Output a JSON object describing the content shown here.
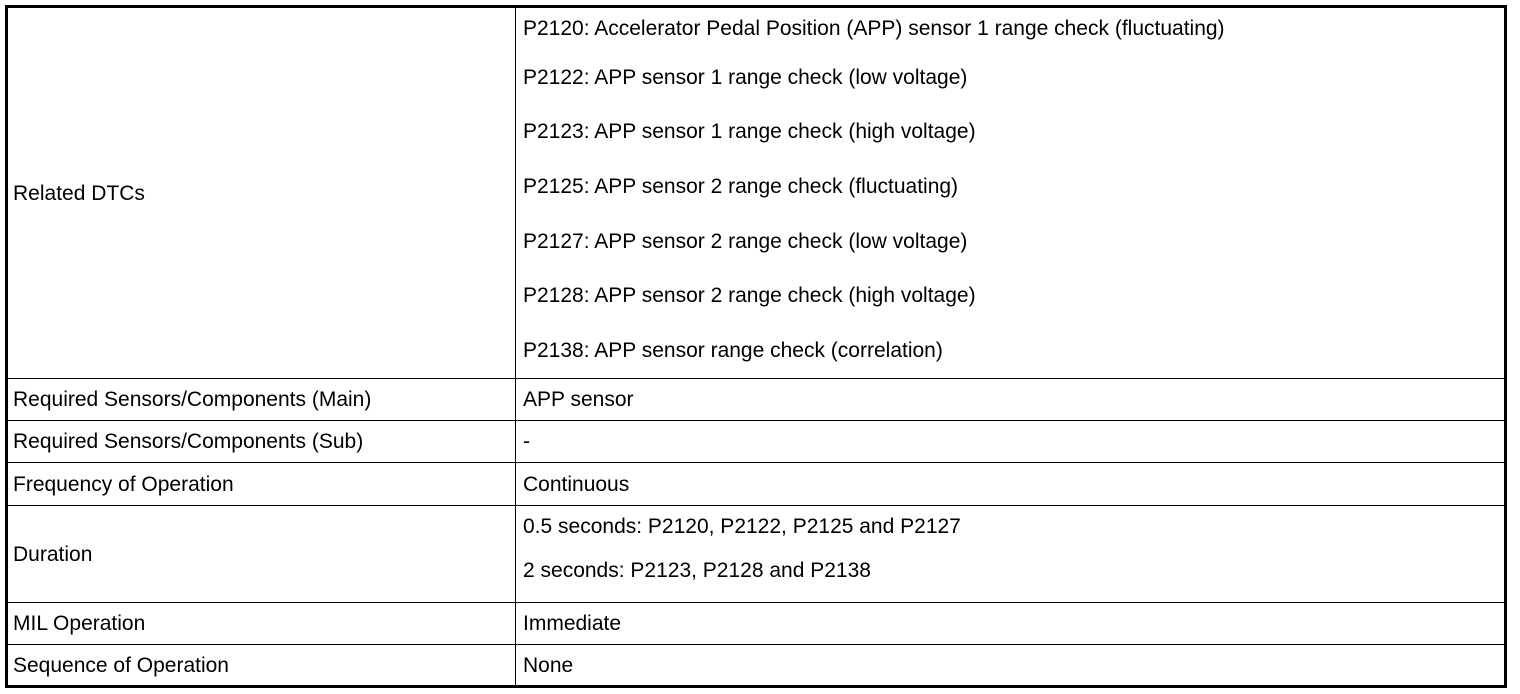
{
  "rows": [
    {
      "label": "Related DTCs",
      "values": [
        "P2120: Accelerator Pedal Position (APP) sensor 1 range check (fluctuating)",
        "P2122: APP sensor 1 range check (low voltage)",
        "P2123: APP sensor 1 range check (high voltage)",
        "P2125: APP sensor 2 range check (fluctuating)",
        "P2127: APP sensor 2 range check (low voltage)",
        "P2128: APP sensor 2 range check (high voltage)",
        "P2138: APP sensor range check (correlation)"
      ]
    },
    {
      "label": "Required Sensors/Components (Main)",
      "values": [
        "APP sensor"
      ]
    },
    {
      "label": "Required Sensors/Components (Sub)",
      "values": [
        "-"
      ]
    },
    {
      "label": "Frequency of Operation",
      "values": [
        "Continuous"
      ]
    },
    {
      "label": "Duration",
      "values": [
        "0.5 seconds: P2120, P2122, P2125 and P2127",
        "2 seconds: P2123, P2128 and P2138"
      ]
    },
    {
      "label": "MIL Operation",
      "values": [
        "Immediate"
      ]
    },
    {
      "label": "Sequence of Operation",
      "values": [
        "None"
      ]
    }
  ]
}
